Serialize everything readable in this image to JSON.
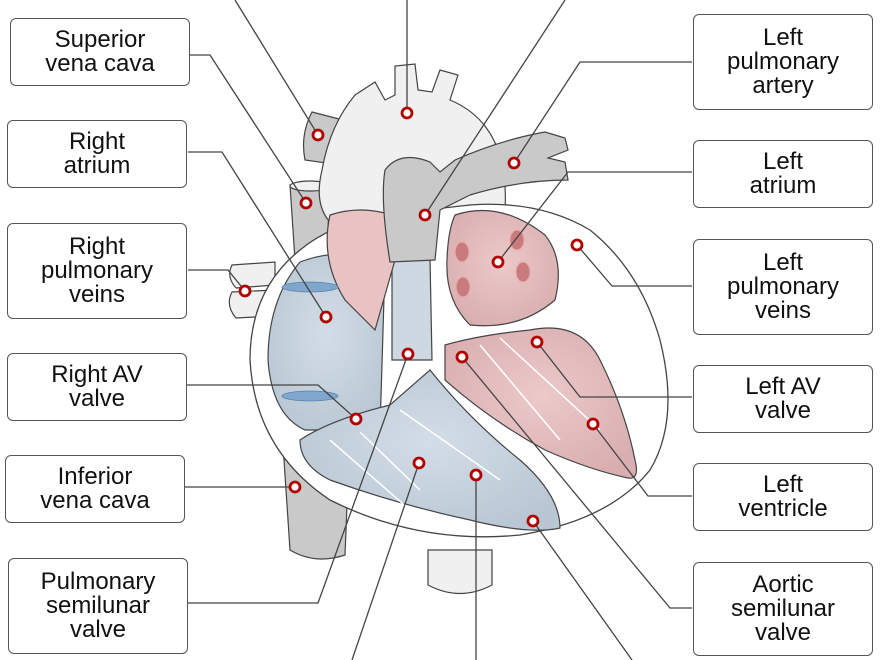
{
  "diagram": {
    "subject": "Human heart anatomy (frontal section)",
    "colors": {
      "oxygenated_chamber": "#e9c3c4",
      "deoxygenated_chamber": "#cdd8e3",
      "vessel_gray": "#c9c9c9",
      "vessel_light": "#f0f0f0",
      "outline": "#444444",
      "marker": "#b00000",
      "valve_blue": "#7fa6cc",
      "vein_opening": "#c97a7d"
    },
    "labels": {
      "superior_vena_cava": [
        "Superior",
        "vena cava"
      ],
      "right_atrium": [
        "Right",
        "atrium"
      ],
      "right_pulmonary_veins": [
        "Right",
        "pulmonary",
        "veins"
      ],
      "right_av_valve": [
        "Right AV",
        "valve"
      ],
      "inferior_vena_cava": [
        "Inferior",
        "vena cava"
      ],
      "pulmonary_semilunar_valve": [
        "Pulmonary",
        "semilunar",
        "valve"
      ],
      "left_pulmonary_artery": [
        "Left",
        "pulmonary",
        "artery"
      ],
      "left_atrium": [
        "Left",
        "atrium"
      ],
      "left_pulmonary_veins": [
        "Left",
        "pulmonary",
        "veins"
      ],
      "left_av_valve": [
        "Left AV",
        "valve"
      ],
      "left_ventricle": [
        "Left",
        "ventricle"
      ],
      "aortic_semilunar_valve": [
        "Aortic",
        "semilunar",
        "valve"
      ]
    },
    "offscreen_leaders": [
      "top-left-1",
      "top-center",
      "top-right-1",
      "bottom-1",
      "bottom-2",
      "bottom-3"
    ]
  }
}
